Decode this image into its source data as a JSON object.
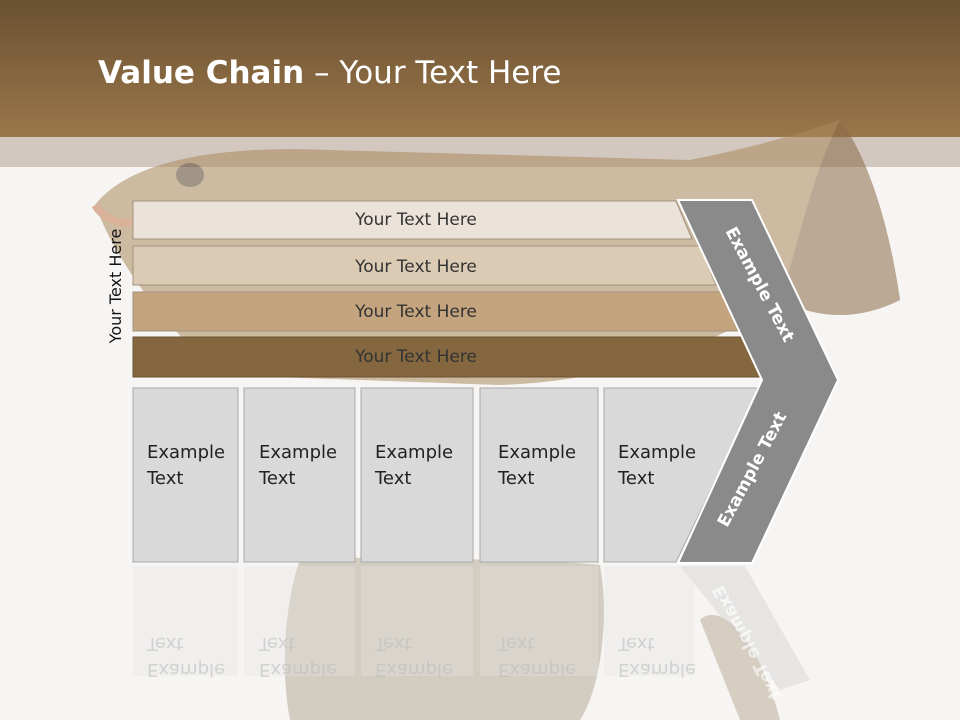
{
  "title": {
    "bold": "Value Chain",
    "rest": " – Your Text Here"
  },
  "side_label": "Your Text Here",
  "rows": [
    {
      "label": "Your Text Here",
      "color": "#ebe3da"
    },
    {
      "label": "Your Text Here",
      "color": "#dccbb4"
    },
    {
      "label": "Your Text Here",
      "color": "#c4a47e"
    },
    {
      "label": "Your Text Here",
      "color": "#85673f"
    }
  ],
  "columns": [
    {
      "line1": "Example",
      "line2": "Text"
    },
    {
      "line1": "Example",
      "line2": "Text"
    },
    {
      "line1": "Example",
      "line2": "Text"
    },
    {
      "line1": "Example",
      "line2": "Text"
    },
    {
      "line1": "Example",
      "line2": "Text"
    }
  ],
  "chevron_upper_text": "Example Text",
  "chevron_lower_text": "Example Text",
  "colors": {
    "header_dark": "#6a5132",
    "header_light": "#9a774a",
    "chevron": "#8a8a8a",
    "column_fill": "#d9d9d9"
  }
}
